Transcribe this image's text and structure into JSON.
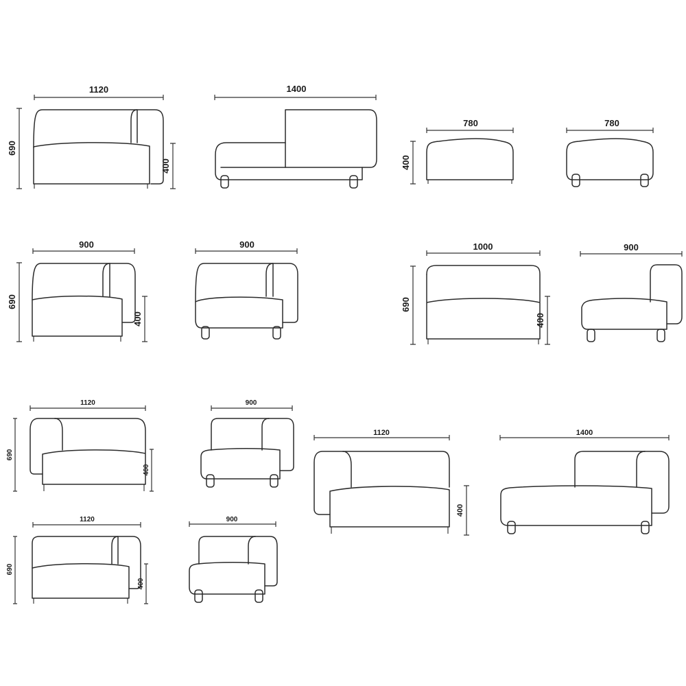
{
  "modules": [
    {
      "id": "m1",
      "width_label": "1120",
      "height_label": "690",
      "seat_label": "400"
    },
    {
      "id": "m2",
      "width_label": "1400"
    },
    {
      "id": "m3",
      "width_label": "780",
      "height_label": "400"
    },
    {
      "id": "m4",
      "width_label": "780"
    },
    {
      "id": "m5",
      "width_label": "900",
      "height_label": "690",
      "seat_label": "400"
    },
    {
      "id": "m6",
      "width_label": "900"
    },
    {
      "id": "m7",
      "width_label": "1000",
      "height_label": "690",
      "seat_label": "400"
    },
    {
      "id": "m8",
      "width_label": "900"
    },
    {
      "id": "m9",
      "width_label": "1120",
      "height_label": "690",
      "seat_label": "400"
    },
    {
      "id": "m10",
      "width_label": "900"
    },
    {
      "id": "m11",
      "width_label": "1120",
      "seat_label": "400"
    },
    {
      "id": "m12",
      "width_label": "1400"
    },
    {
      "id": "m13",
      "width_label": "1120",
      "height_label": "690",
      "seat_label": "400"
    },
    {
      "id": "m14",
      "width_label": "900"
    }
  ]
}
